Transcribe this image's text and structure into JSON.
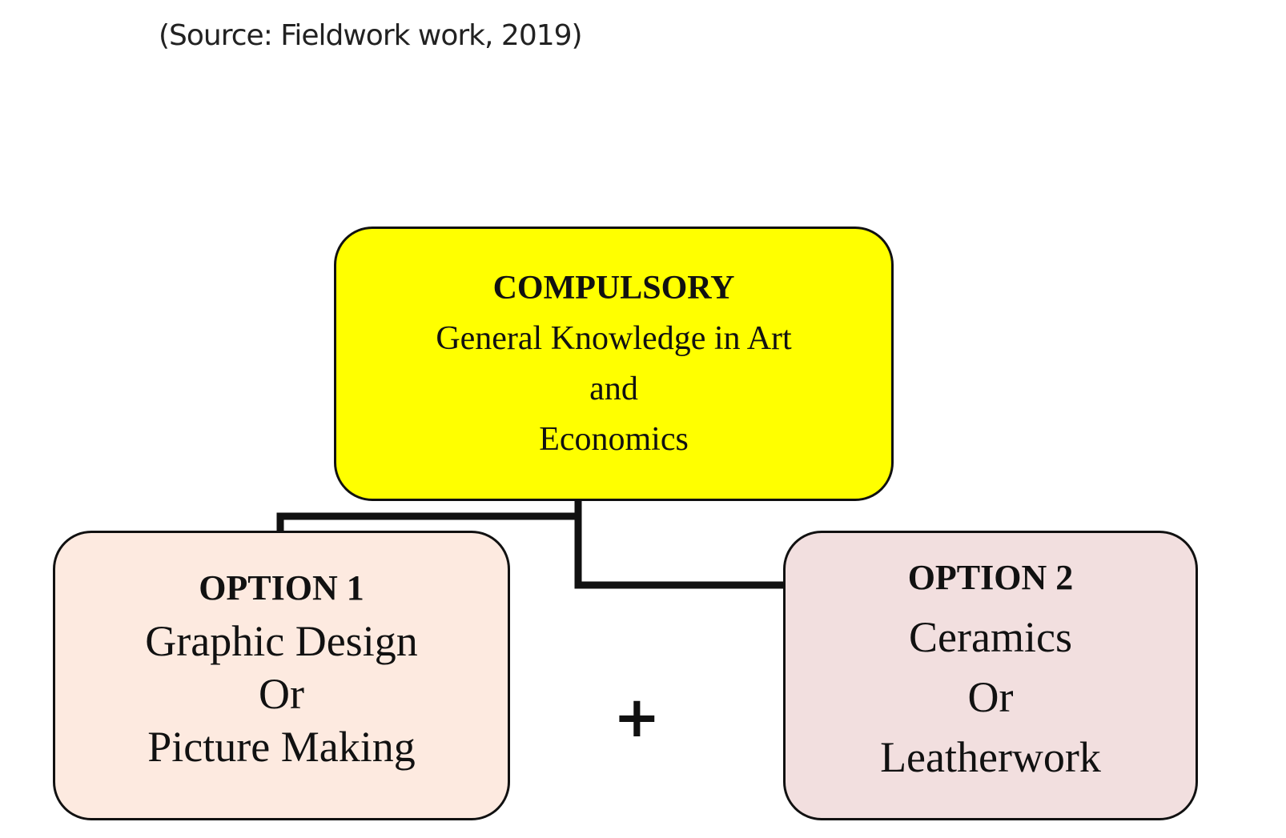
{
  "caption": "(Source: Fieldwork work, 2019)",
  "compulsory": {
    "title": "COMPULSORY",
    "lines": [
      "General Knowledge in Art",
      "and",
      "Economics"
    ],
    "color": "#ffff00"
  },
  "option1": {
    "title": "OPTION 1",
    "lines": [
      "Graphic Design",
      "Or",
      "Picture Making"
    ],
    "color": "#fdeae0"
  },
  "option2": {
    "title": "OPTION 2",
    "lines": [
      "Ceramics",
      "Or",
      "Leatherwork"
    ],
    "color": "#f2dfdf"
  },
  "plus": "+"
}
